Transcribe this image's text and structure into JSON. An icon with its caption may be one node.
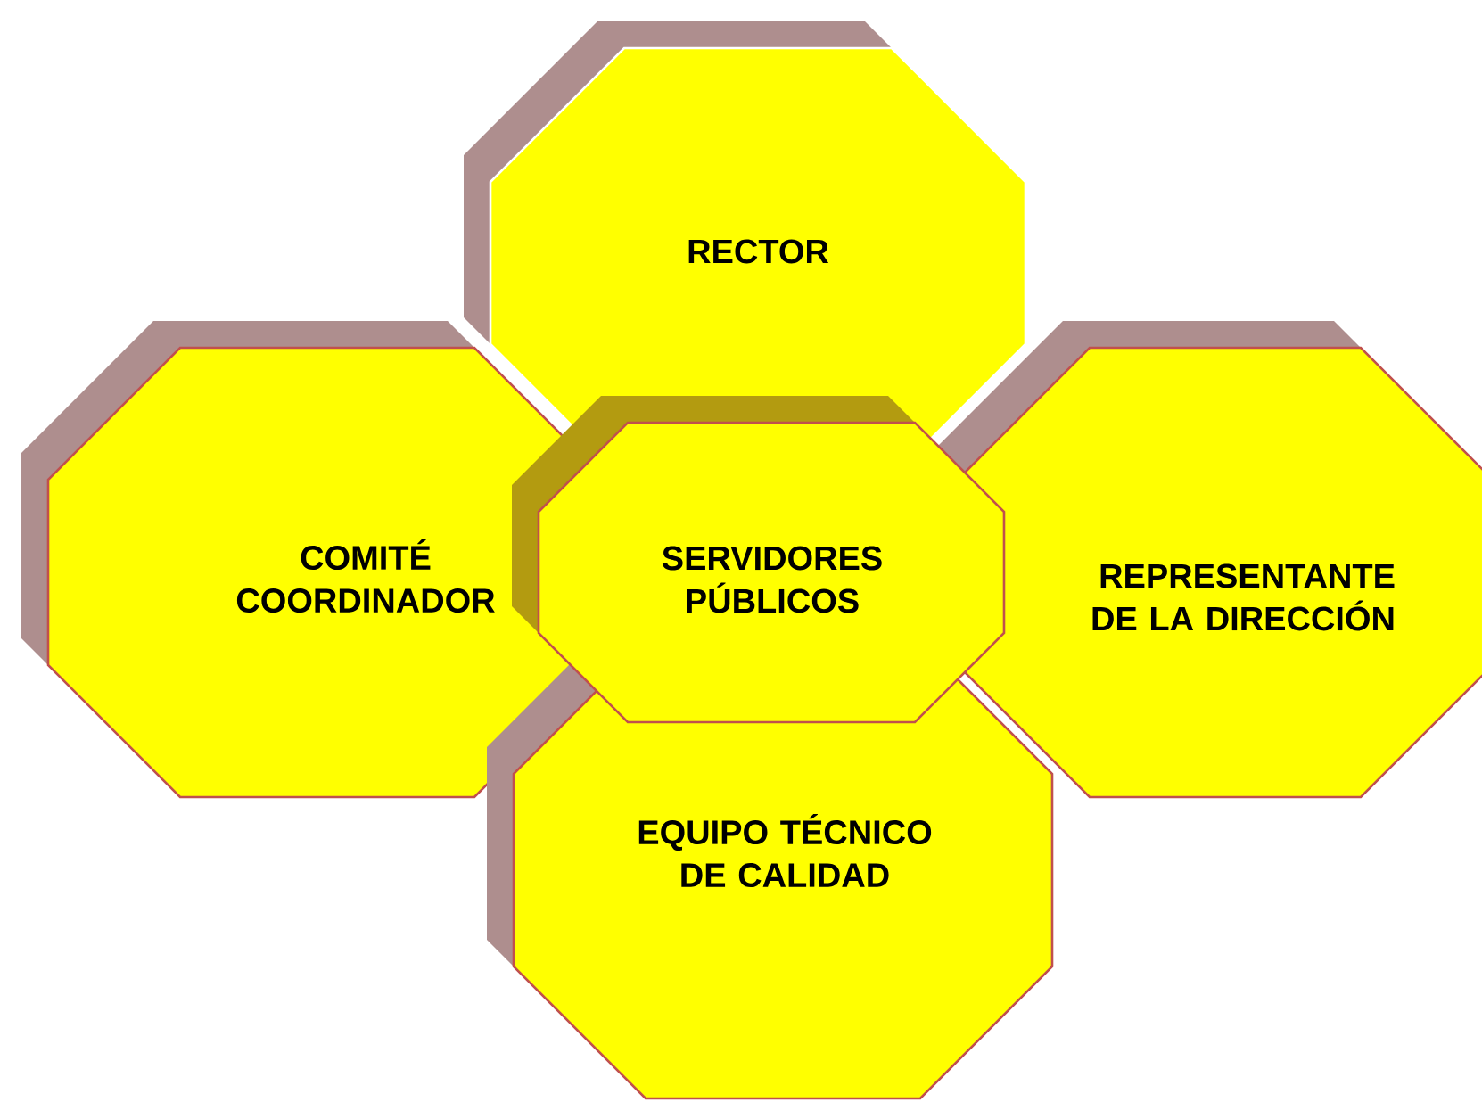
{
  "diagram": {
    "nodes": [
      {
        "text": [
          "RECTOR"
        ]
      },
      {
        "text": [
          "COMITÉ COORDINADOR"
        ]
      },
      {
        "text": [
          "SERVIDORES PÚBLICOS"
        ]
      },
      {
        "text": [
          "REPRESENTANTE DE LA DIRECCIÓN"
        ]
      },
      {
        "text": [
          "EQUIPO TÉCNICO DE CALIDAD"
        ]
      }
    ]
  }
}
